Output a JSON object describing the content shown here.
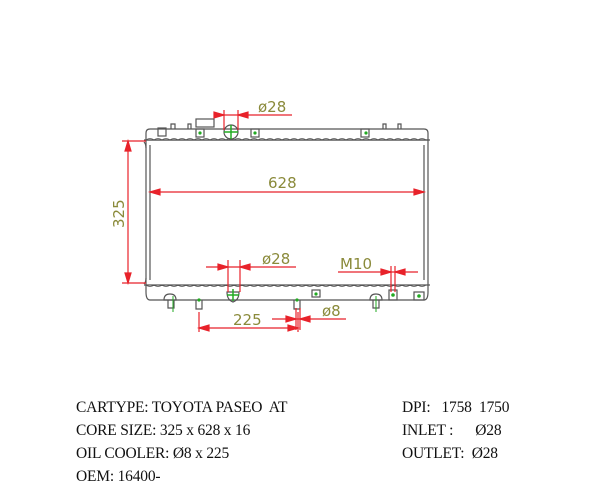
{
  "drawing": {
    "title": "Radiator technical drawing",
    "colors": {
      "outline": "#555555",
      "dimension_line": "#e8222a",
      "dimension_text": "#8a8a3a",
      "fitting": "#22aa22"
    },
    "dimensions": {
      "height": "325",
      "width": "628",
      "top_inlet": "ø28",
      "bottom_outlet": "ø28",
      "drain_thread": "M10",
      "oil_cooler_spacing": "225",
      "oil_cooler_diameter": "ø8"
    }
  },
  "specs": {
    "cartype": "CARTYPE: TOYOTA PASEO  AT",
    "core_size": "CORE SIZE: 325 x 628 x 16",
    "oil_cooler": "OIL COOLER: Ø8 x 225",
    "oem": "OEM: 16400-",
    "dpi": "DPI:   1758  1750",
    "inlet": "INLET :      Ø28",
    "outlet": "OUTLET:  Ø28"
  }
}
